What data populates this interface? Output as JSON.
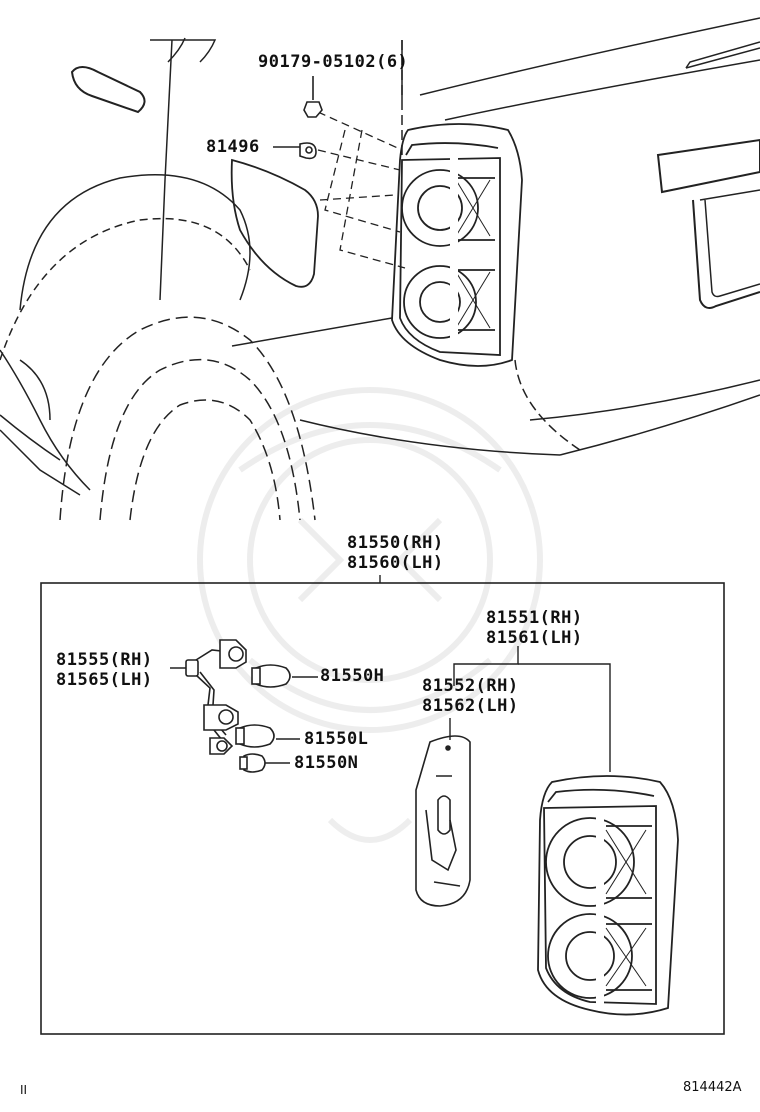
{
  "labels": {
    "bolt": "90179-05102(6)",
    "clip": "81496",
    "assy_rh": "81550(RH)",
    "assy_lh": "81560(LH)",
    "lens_rh": "81551(RH)",
    "lens_lh": "81561(LH)",
    "socket_rh": "81555(RH)",
    "socket_lh": "81565(LH)",
    "bulb_h": "81550H",
    "bulb_l": "81550L",
    "bulb_n": "81550N",
    "gasket_rh": "81552(RH)",
    "gasket_lh": "81562(LH)",
    "diagram_code": "814442A",
    "corner_mark": "II"
  }
}
